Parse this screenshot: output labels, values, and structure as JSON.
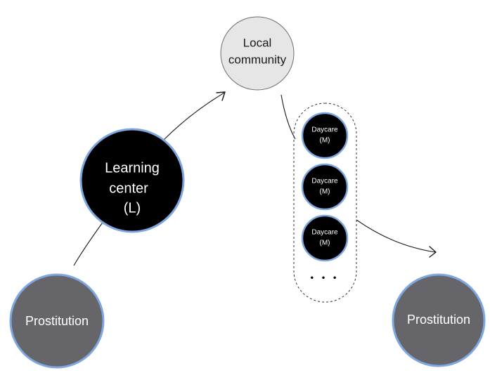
{
  "diagram": {
    "nodes": {
      "local_community": {
        "line1": "Local",
        "line2": "community"
      },
      "learning_center": {
        "line1": "Learning",
        "line2": "center",
        "line3": "(L)"
      },
      "prostitution_left": {
        "label": "Prostitution"
      },
      "prostitution_right": {
        "label": "Prostitution"
      },
      "daycares": [
        {
          "line1": "Daycare",
          "line2": "(M)"
        },
        {
          "line1": "Daycare",
          "line2": "(M)"
        },
        {
          "line1": "Daycare",
          "line2": "(M)"
        }
      ]
    },
    "ellipsis": "• • •"
  },
  "colors": {
    "dark_node_fill": "#000000",
    "grey_node_fill": "#666569",
    "light_node_fill": "#e6e6e6",
    "node_border_blue": "#7ea6e0",
    "edge": "#1a1a1a"
  }
}
